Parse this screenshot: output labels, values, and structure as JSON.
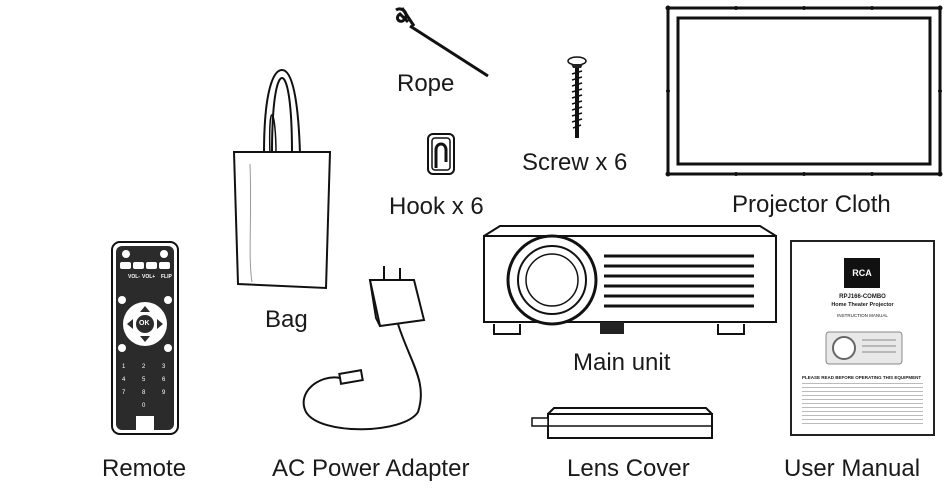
{
  "labels": {
    "rope": "Rope",
    "screw": "Screw x 6",
    "hook": "Hook x 6",
    "projector_cloth": "Projector Cloth",
    "bag": "Bag",
    "main_unit": "Main unit",
    "remote": "Remote",
    "ac_adapter": "AC Power Adapter",
    "lens_cover": "Lens Cover",
    "user_manual": "User Manual"
  },
  "remote": {
    "buttons": {
      "vol_down": "VOL-",
      "vol_up": "VOL+",
      "flip": "FLIP",
      "ok": "OK",
      "n1": "1",
      "n2": "2",
      "n3": "3",
      "n4": "4",
      "n5": "5",
      "n6": "6",
      "n7": "7",
      "n8": "8",
      "n9": "9",
      "n0": "0"
    }
  },
  "manual": {
    "brand": "RCA",
    "model": "RPJ166-COMBO",
    "subtitle": "Home Theater Projector",
    "doc_type": "INSTRUCTION MANUAL",
    "notice": "PLEASE READ BEFORE OPERATING THIS EQUIPMENT"
  },
  "colors": {
    "ink": "#1a1a1a",
    "paper": "#ffffff"
  }
}
